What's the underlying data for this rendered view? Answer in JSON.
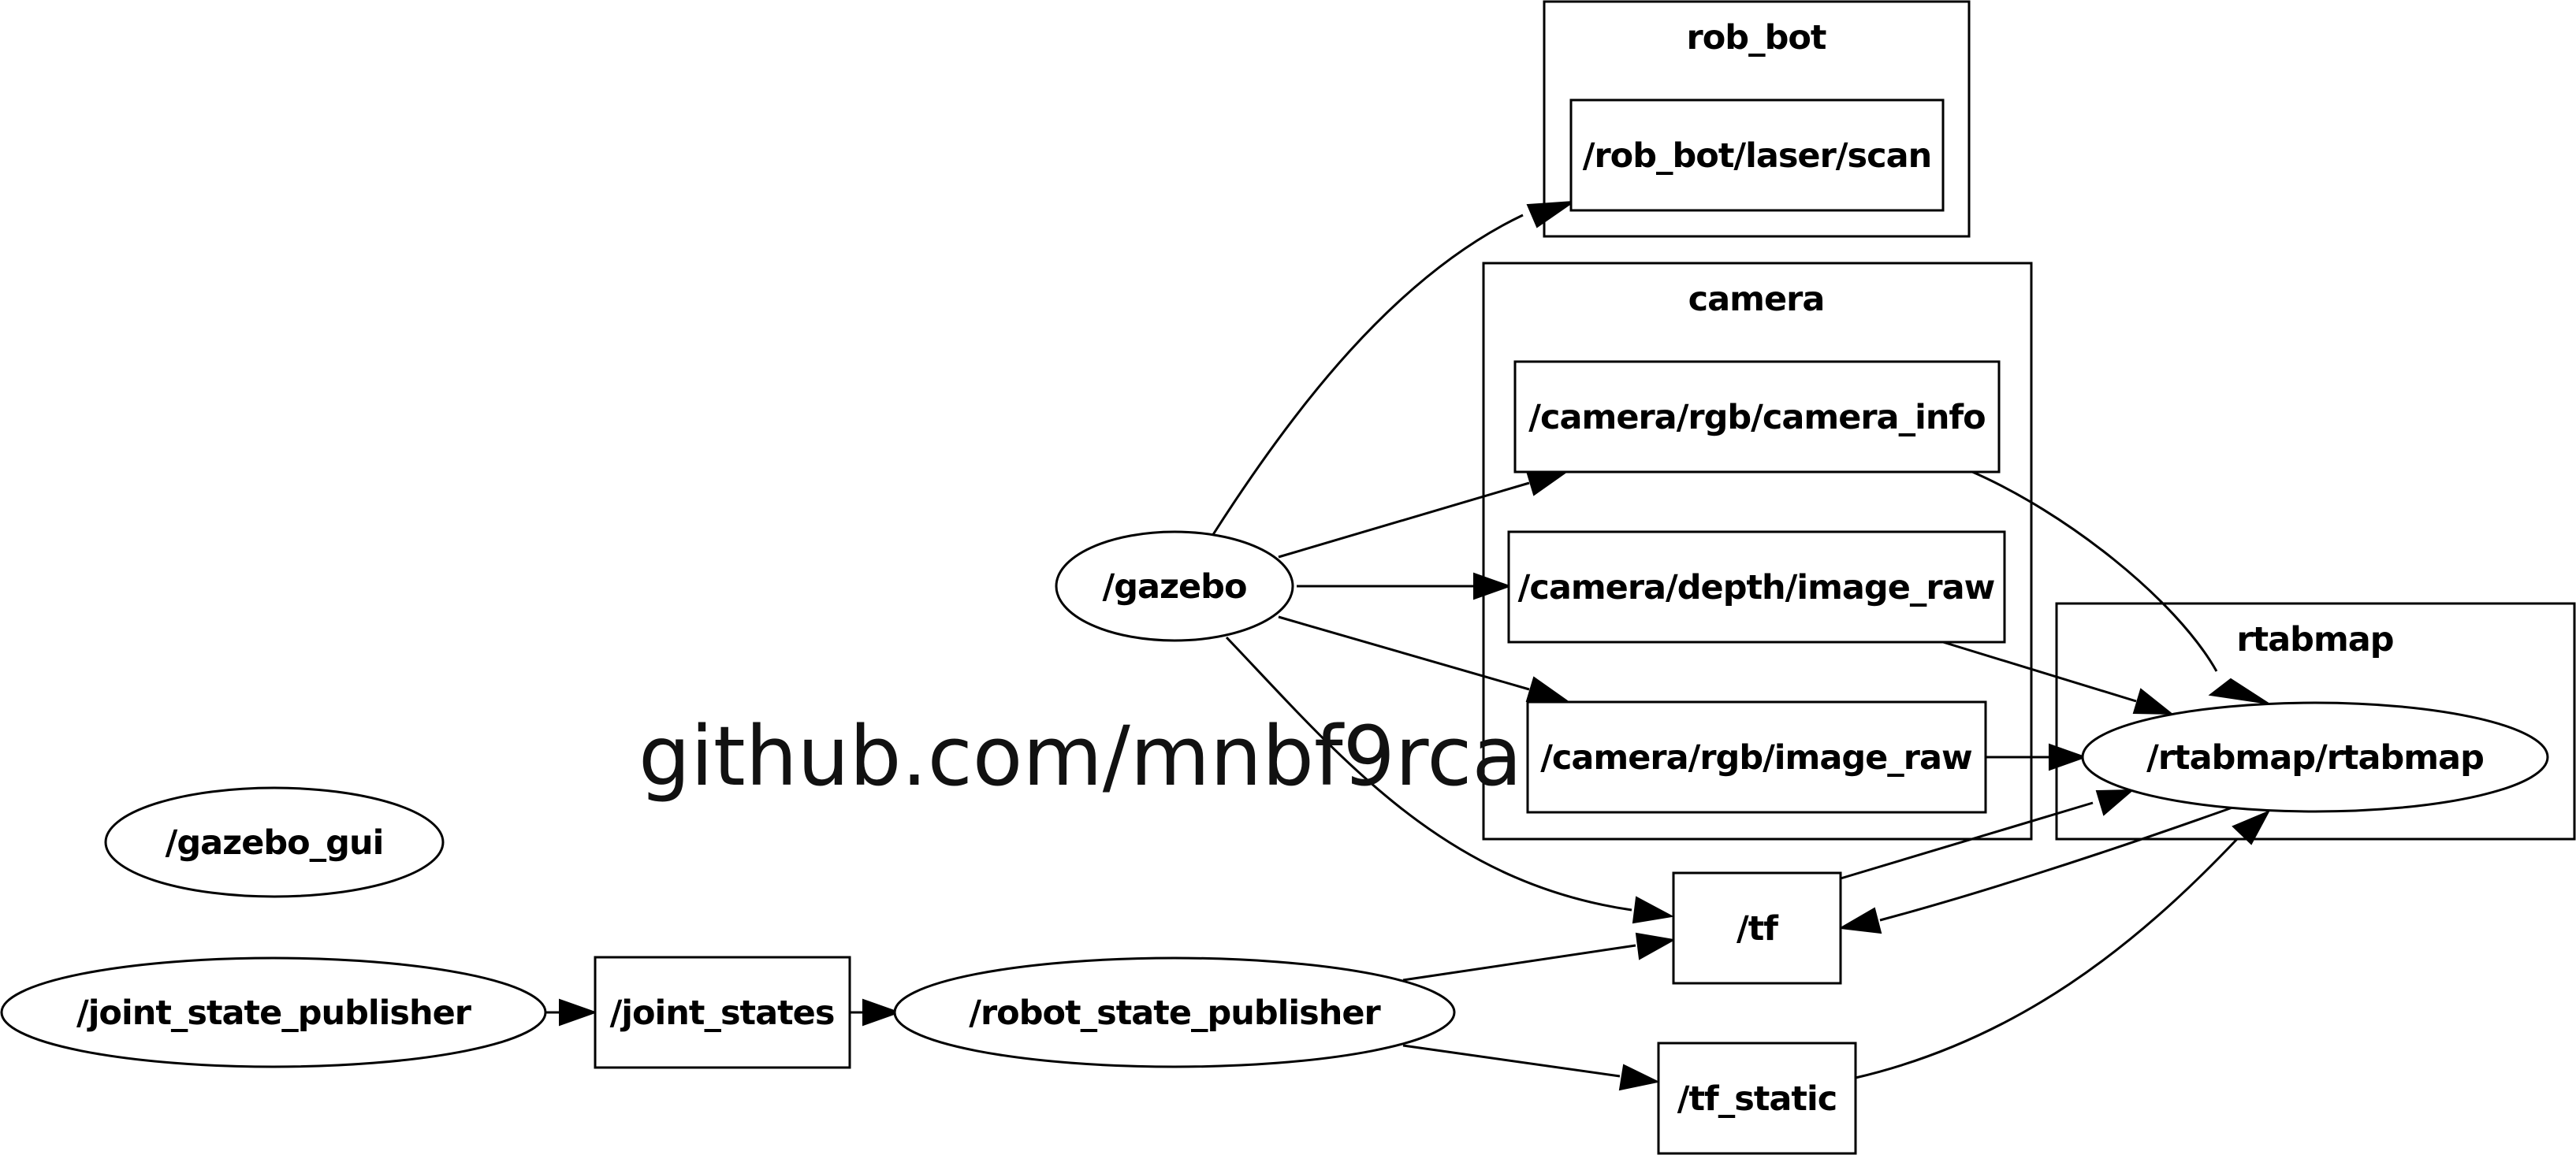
{
  "clusters": {
    "rob_bot": "rob_bot",
    "camera": "camera",
    "rtabmap": "rtabmap"
  },
  "nodes": {
    "rob_bot_laser_scan": "/rob_bot/laser/scan",
    "camera_rgb_camera_info": "/camera/rgb/camera_info",
    "camera_depth_image_raw": "/camera/depth/image_raw",
    "camera_rgb_image_raw": "/camera/rgb/image_raw",
    "gazebo": "/gazebo",
    "rtabmap_rtabmap": "/rtabmap/rtabmap",
    "gazebo_gui": "/gazebo_gui",
    "tf": "/tf",
    "joint_state_publisher": "/joint_state_publisher",
    "joint_states": "/joint_states",
    "robot_state_publisher": "/robot_state_publisher",
    "tf_static": "/tf_static"
  },
  "watermark": "github.com/mnbf9rca"
}
